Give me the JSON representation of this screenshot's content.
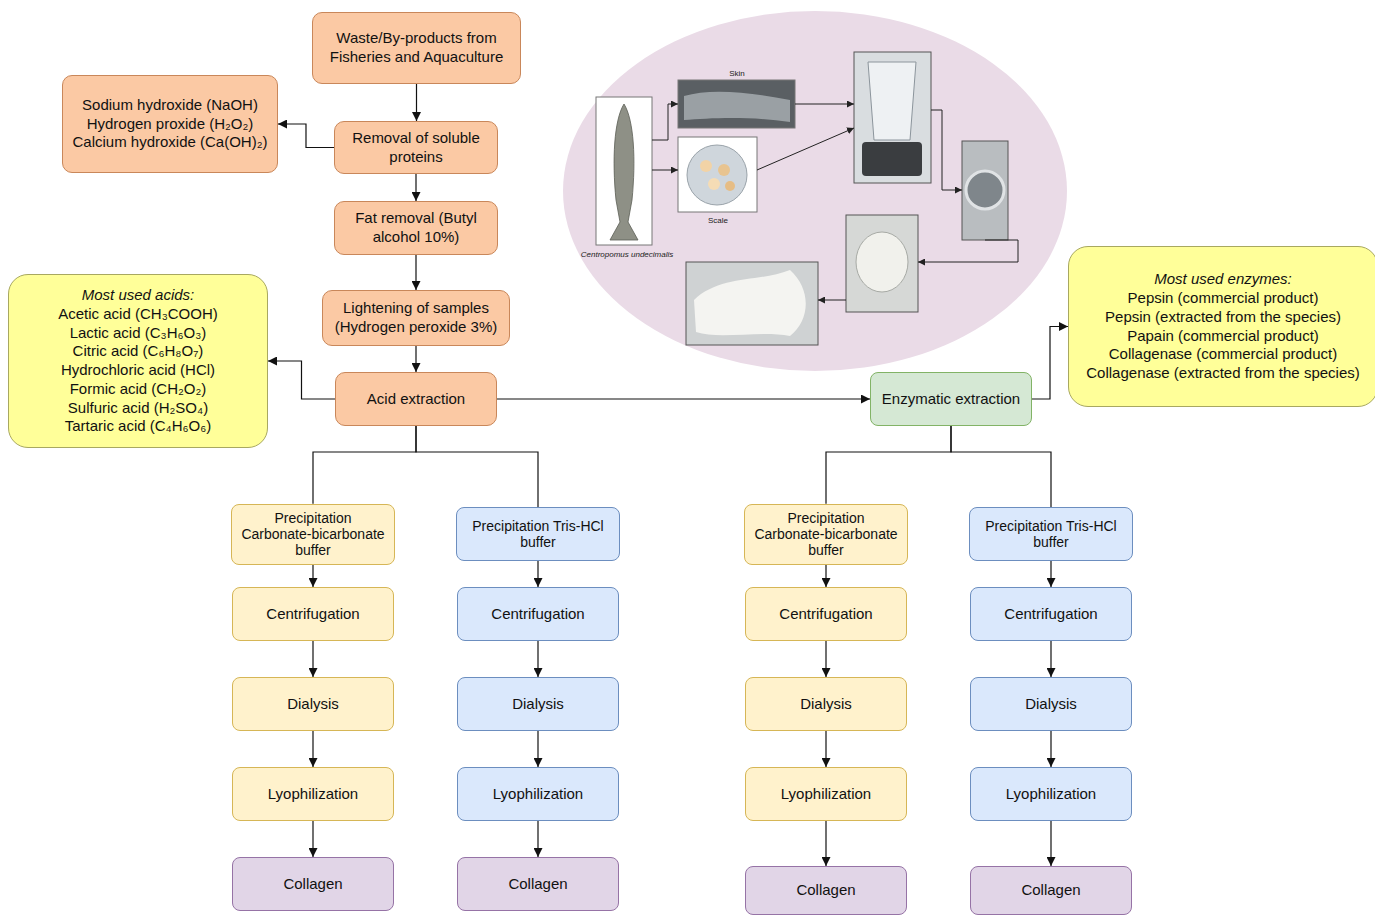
{
  "diagram": {
    "nodes": [
      {
        "text": [
          "Waste/By-products from Fisheries and Aquaculture"
        ]
      },
      {
        "text": [
          "Sodium hydroxide (NaOH)",
          "Hydrogen proxide (H₂O₂)",
          "Calcium hydroxide (Ca(OH)₂)"
        ]
      },
      {
        "text": [
          "Removal of soluble proteins"
        ]
      },
      {
        "text": [
          "Fat removal (Butyl alcohol 10%)"
        ]
      },
      {
        "text": [
          "Lightening of samples (Hydrogen peroxide 3%)"
        ]
      },
      {
        "text": [
          "Most used acids:",
          "Acetic acid (CH₃COOH)",
          "Lactic acid (C₃H₆O₃)",
          "Citric acid (C₆H₈O₇)",
          "Hydrochloric acid (HCl)",
          "Formic acid (CH₂O₂)",
          "Sulfuric acid (H₂SO₄)",
          "Tartaric acid (C₄H₆O₆)"
        ]
      },
      {
        "text": [
          "Acid extraction"
        ]
      },
      {
        "text": [
          "Enzymatic extraction"
        ]
      },
      {
        "text": [
          "Most used enzymes:",
          "Pepsin (commercial product)",
          "Pepsin (extracted from the species)",
          "Papain (commercial product)",
          "Collagenase (commercial product)",
          "Collagenase (extracted from the species)"
        ]
      },
      {
        "text": [
          "Precipitation Carbonate-bicarbonate buffer"
        ]
      },
      {
        "text": [
          "Centrifugation"
        ]
      },
      {
        "text": [
          "Dialysis"
        ]
      },
      {
        "text": [
          "Lyophilization"
        ]
      },
      {
        "text": [
          "Collagen"
        ]
      },
      {
        "text": [
          "Precipitation Tris-HCl buffer"
        ]
      },
      {
        "text": [
          "Centrifugation"
        ]
      },
      {
        "text": [
          "Dialysis"
        ]
      },
      {
        "text": [
          "Lyophilization"
        ]
      },
      {
        "text": [
          "Collagen"
        ]
      },
      {
        "text": [
          "Precipitation Carbonate-bicarbonate buffer"
        ]
      },
      {
        "text": [
          "Centrifugation"
        ]
      },
      {
        "text": [
          "Dialysis"
        ]
      },
      {
        "text": [
          "Lyophilization"
        ]
      },
      {
        "text": [
          "Collagen"
        ]
      },
      {
        "text": [
          "Precipitation Tris-HCl buffer"
        ]
      },
      {
        "text": [
          "Centrifugation"
        ]
      },
      {
        "text": [
          "Dialysis"
        ]
      },
      {
        "text": [
          "Lyophilization"
        ]
      },
      {
        "text": [
          "Collagen"
        ]
      }
    ],
    "edges": [
      {
        "from": 0,
        "to": 2,
        "arrow": "to"
      },
      {
        "from": 2,
        "to": 1,
        "arrow": "to"
      },
      {
        "from": 2,
        "to": 3,
        "arrow": "to"
      },
      {
        "from": 3,
        "to": 4,
        "arrow": "to"
      },
      {
        "from": 4,
        "to": 6,
        "arrow": "to"
      },
      {
        "from": 6,
        "to": 5,
        "arrow": "to"
      },
      {
        "from": 6,
        "to": 7,
        "arrow": "to"
      },
      {
        "from": 7,
        "to": 8,
        "arrow": "to"
      },
      {
        "from": 6,
        "to": 9,
        "arrow": "none"
      },
      {
        "from": 6,
        "to": 14,
        "arrow": "none"
      },
      {
        "from": 7,
        "to": 19,
        "arrow": "none"
      },
      {
        "from": 7,
        "to": 24,
        "arrow": "none"
      },
      {
        "from": 9,
        "to": 10,
        "arrow": "to"
      },
      {
        "from": 10,
        "to": 11,
        "arrow": "to"
      },
      {
        "from": 11,
        "to": 12,
        "arrow": "to"
      },
      {
        "from": 12,
        "to": 13,
        "arrow": "to"
      },
      {
        "from": 14,
        "to": 15,
        "arrow": "to"
      },
      {
        "from": 15,
        "to": 16,
        "arrow": "to"
      },
      {
        "from": 16,
        "to": 17,
        "arrow": "to"
      },
      {
        "from": 17,
        "to": 18,
        "arrow": "to"
      },
      {
        "from": 19,
        "to": 20,
        "arrow": "to"
      },
      {
        "from": 20,
        "to": 21,
        "arrow": "to"
      },
      {
        "from": 21,
        "to": 22,
        "arrow": "to"
      },
      {
        "from": 22,
        "to": 23,
        "arrow": "to"
      },
      {
        "from": 24,
        "to": 25,
        "arrow": "to"
      },
      {
        "from": 25,
        "to": 26,
        "arrow": "to"
      },
      {
        "from": 26,
        "to": 27,
        "arrow": "to"
      },
      {
        "from": 27,
        "to": 28,
        "arrow": "to"
      }
    ],
    "labels": [
      "Skin",
      "Scale",
      "Centropomus undecimalis"
    ]
  }
}
